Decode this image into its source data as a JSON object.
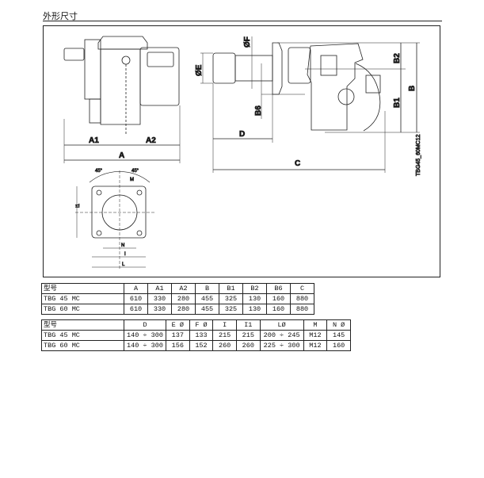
{
  "section_title": "外形尺寸",
  "drawing": {
    "labels": {
      "A1": "A1",
      "A2": "A2",
      "A": "A",
      "D": "D",
      "C": "C",
      "B": "B",
      "B1": "B1",
      "B2": "B2",
      "B6": "B6",
      "E": "ØE",
      "F": "ØF",
      "M": "M",
      "N": "N",
      "I": "I",
      "I1": "I1",
      "L": "L",
      "angle_left": "45°",
      "angle_right": "45°"
    },
    "code": "TBG45_60MC12"
  },
  "table1": {
    "headers": [
      "型号",
      "A",
      "A1",
      "A2",
      "B",
      "B1",
      "B2",
      "B6",
      "C"
    ],
    "rows": [
      [
        "TBG 45 MC",
        "610",
        "330",
        "280",
        "455",
        "325",
        "130",
        "160",
        "880"
      ],
      [
        "TBG 60 MC",
        "610",
        "330",
        "280",
        "455",
        "325",
        "130",
        "160",
        "880"
      ]
    ]
  },
  "table2": {
    "headers": [
      "型号",
      "D",
      "E Ø",
      "F Ø",
      "I",
      "I1",
      "LØ",
      "M",
      "N Ø"
    ],
    "rows": [
      [
        "TBG 45 MC",
        "140 ÷ 300",
        "137",
        "133",
        "215",
        "215",
        "200 ÷ 245",
        "M12",
        "145"
      ],
      [
        "TBG 60 MC",
        "140 ÷ 300",
        "156",
        "152",
        "260",
        "260",
        "225 ÷ 300",
        "M12",
        "160"
      ]
    ]
  }
}
